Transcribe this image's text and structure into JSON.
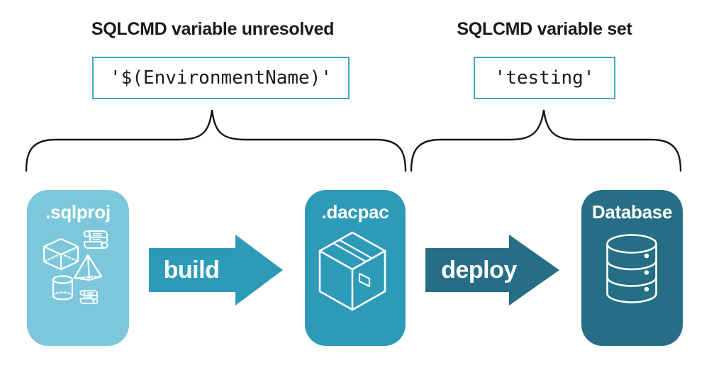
{
  "annotations": {
    "left": {
      "title": "SQLCMD variable unresolved",
      "code": "'$(EnvironmentName)'"
    },
    "right": {
      "title": "SQLCMD variable set",
      "code": "'testing'"
    }
  },
  "pipeline": {
    "stages": [
      {
        "label": ".sqlproj",
        "icon": "sql-schema-objects-icon"
      },
      {
        "label": ".dacpac",
        "icon": "package-box-icon"
      },
      {
        "label": "Database",
        "icon": "database-cylinder-icon"
      }
    ],
    "arrows": [
      {
        "label": "build"
      },
      {
        "label": "deploy"
      }
    ]
  },
  "colors": {
    "stage_sqlproj": "#7cc7dc",
    "stage_dacpac": "#2d9ab8",
    "stage_database": "#256e85",
    "arrow_build": "#2d9ab8",
    "arrow_deploy": "#256e85",
    "code_box_border": "#41a9c7",
    "heading_text": "#1a1a1a",
    "brace_stroke": "#141414",
    "icon_stroke": "#ffffff"
  }
}
